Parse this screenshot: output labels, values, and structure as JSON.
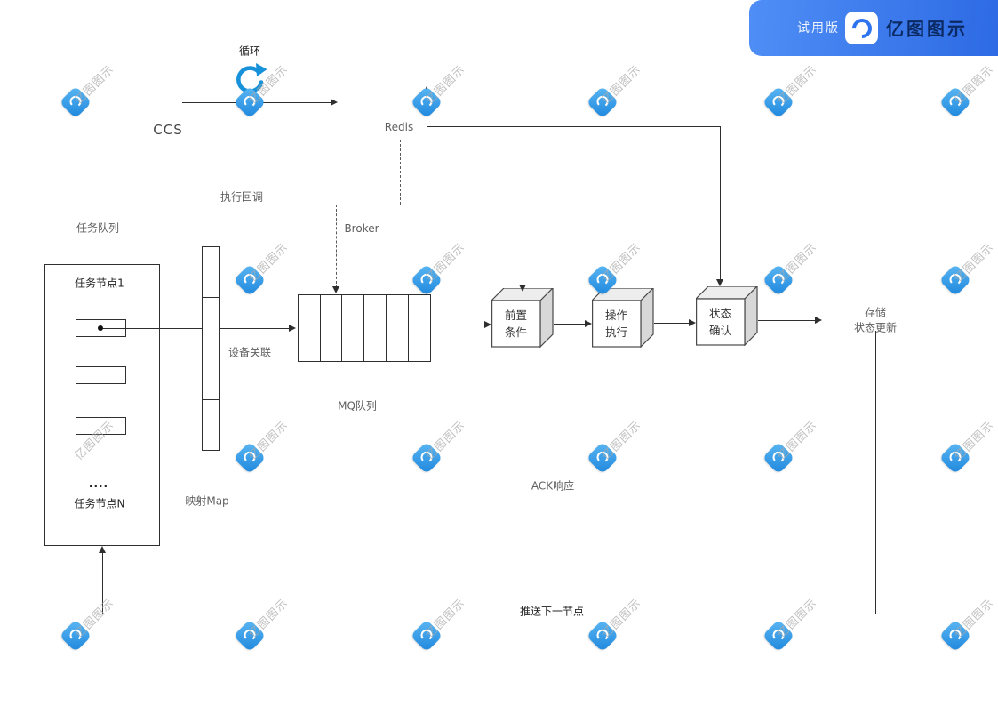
{
  "banner": {
    "trial_label": "试用版",
    "brand": "亿图图示"
  },
  "watermark": {
    "text": "亿图图示"
  },
  "labels": {
    "ccs": "CCS",
    "loop": "循环",
    "redis": "Redis",
    "exec_callback": "执行回调",
    "broker": "Broker",
    "task_queue": "任务队列",
    "device_assoc": "设备关联",
    "mq_queue": "MQ队列",
    "map": "映射Map",
    "ack": "ACK响应",
    "store_line1": "存储",
    "store_line2": "状态更新",
    "push_next": "推送下一节点"
  },
  "task_box": {
    "node1": "任务节点1",
    "ellipsis": "....",
    "nodeN": "任务节点N"
  },
  "stages": [
    {
      "line1": "前置",
      "line2": "条件"
    },
    {
      "line1": "操作",
      "line2": "执行"
    },
    {
      "line1": "状态",
      "line2": "确认"
    }
  ],
  "colors": {
    "banner_blue": "#3b7bf2",
    "watermark_blue": "#2b9be8",
    "line": "#2e2e2e",
    "label_gray": "#5f5f5f",
    "cube_top": "#ededed",
    "cube_side": "#d8d8d8"
  }
}
